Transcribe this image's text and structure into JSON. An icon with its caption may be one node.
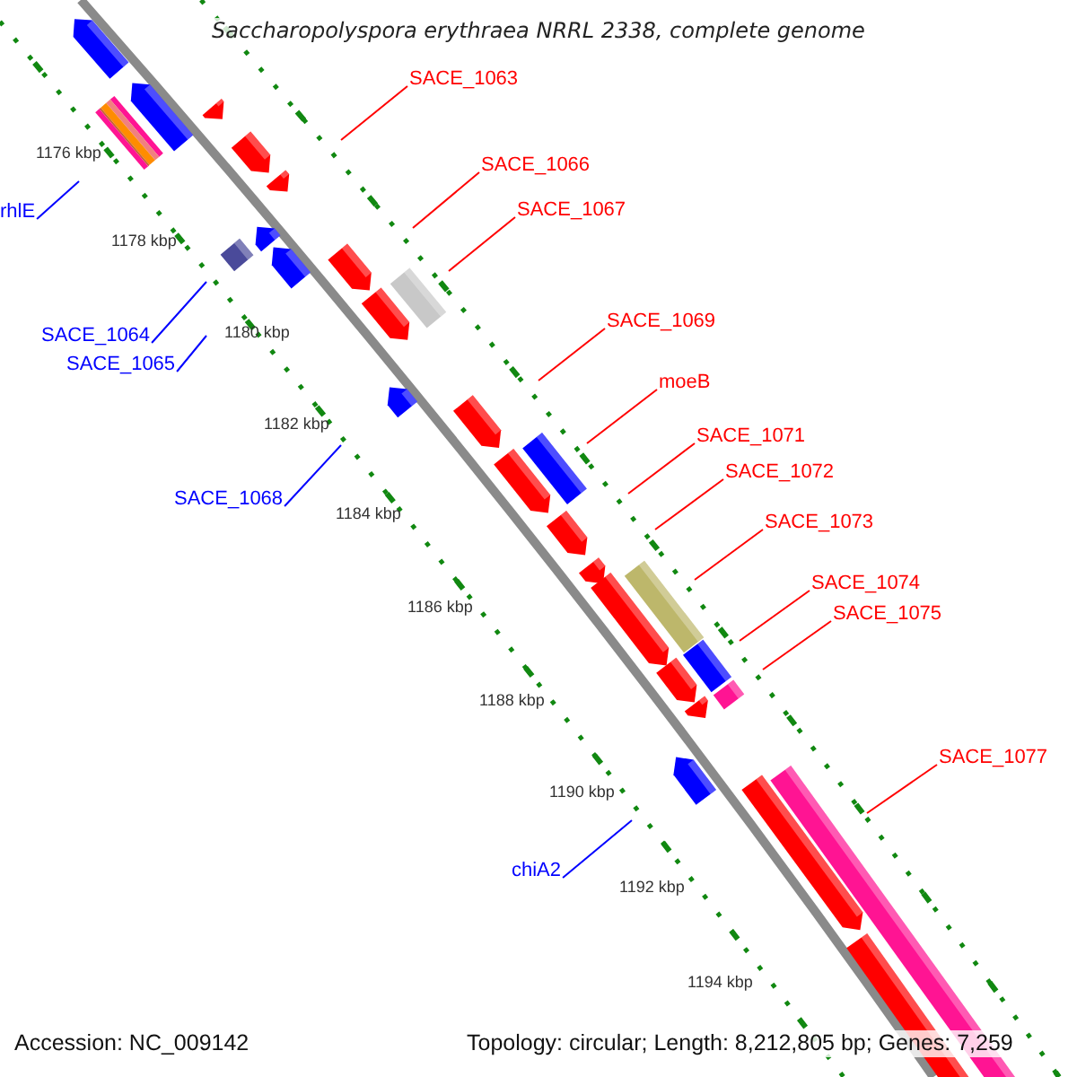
{
  "diagram": {
    "title": "Saccharopolyspora erythraea NRRL 2338, complete genome",
    "nodes": [
      {
        "text": [
          "SACE_1063"
        ]
      },
      {
        "text": [
          "SACE_1066"
        ]
      },
      {
        "text": [
          "SACE_1067"
        ]
      },
      {
        "text": [
          "rhlE"
        ]
      },
      {
        "text": [
          "SACE_1064"
        ]
      },
      {
        "text": [
          "SACE_1065"
        ]
      },
      {
        "text": [
          "SACE_1069"
        ]
      },
      {
        "text": [
          "moeB"
        ]
      },
      {
        "text": [
          "SACE_1068"
        ]
      },
      {
        "text": [
          "SACE_1071"
        ]
      },
      {
        "text": [
          "SACE_1072"
        ]
      },
      {
        "text": [
          "SACE_1073"
        ]
      },
      {
        "text": [
          "SACE_1074"
        ]
      },
      {
        "text": [
          "SACE_1075"
        ]
      },
      {
        "text": [
          "SACE_1077"
        ]
      },
      {
        "text": [
          "chiA2"
        ]
      }
    ],
    "edges": [
      {
        "from": 0,
        "to": null,
        "arrow": "none"
      },
      {
        "from": 1,
        "to": null,
        "arrow": "none"
      },
      {
        "from": 2,
        "to": null,
        "arrow": "none"
      },
      {
        "from": 3,
        "to": null,
        "arrow": "none",
        "color": "#0000ff"
      },
      {
        "from": 4,
        "to": null,
        "arrow": "none",
        "color": "#0000ff"
      },
      {
        "from": 5,
        "to": null,
        "arrow": "none",
        "color": "#0000ff"
      },
      {
        "from": 6,
        "to": null,
        "arrow": "none"
      },
      {
        "from": 7,
        "to": null,
        "arrow": "none"
      },
      {
        "from": 8,
        "to": null,
        "arrow": "none",
        "color": "#0000ff"
      },
      {
        "from": 9,
        "to": null,
        "arrow": "none"
      },
      {
        "from": 10,
        "to": null,
        "arrow": "none"
      },
      {
        "from": 11,
        "to": null,
        "arrow": "none"
      },
      {
        "from": 12,
        "to": null,
        "arrow": "none"
      },
      {
        "from": 13,
        "to": null,
        "arrow": "none"
      },
      {
        "from": 14,
        "to": null,
        "arrow": "none"
      },
      {
        "from": 15,
        "to": null,
        "arrow": "none",
        "color": "#0000ff"
      }
    ],
    "labels": [
      "1176 kbp",
      "1178 kbp",
      "1180 kbp",
      "1182 kbp",
      "1184 kbp",
      "1186 kbp",
      "1188 kbp",
      "1190 kbp",
      "1192 kbp",
      "1194 kbp",
      "Accession: NC_009142",
      "Topology: circular; Length: 8,212,805 bp; Genes: 7,259"
    ]
  }
}
